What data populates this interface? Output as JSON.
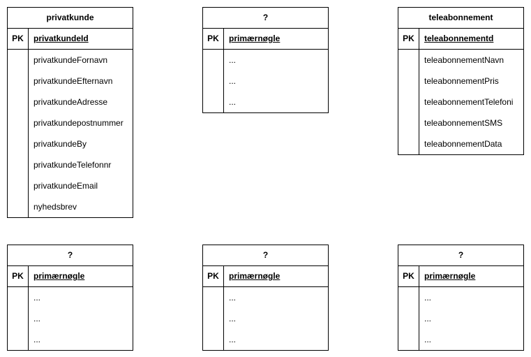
{
  "entities": [
    {
      "title": "privatkunde",
      "pk_label": "PK",
      "pk_field": "privatkundeId",
      "attributes": [
        "privatkundeFornavn",
        "privatkundeEfternavn",
        "privatkundeAdresse",
        "privatkundepostnummer",
        "privatkundeBy",
        "privatkundeTelefonnr",
        "privatkundeEmail",
        "nyhedsbrev"
      ]
    },
    {
      "title": "?",
      "pk_label": "PK",
      "pk_field": "primærnøgle",
      "attributes": [
        "...",
        "...",
        "..."
      ]
    },
    {
      "title": "teleabonnement",
      "pk_label": "PK",
      "pk_field": "teleabonnementd",
      "attributes": [
        "teleabonnementNavn",
        "teleabonnementPris",
        "teleabonnementTelefoni",
        "teleabonnementSMS",
        "teleabonnementData"
      ]
    },
    {
      "title": "?",
      "pk_label": "PK",
      "pk_field": "primærnøgle",
      "attributes": [
        "...",
        "...",
        "..."
      ]
    },
    {
      "title": "?",
      "pk_label": "PK",
      "pk_field": "primærnøgle",
      "attributes": [
        "...",
        "...",
        "..."
      ]
    },
    {
      "title": "?",
      "pk_label": "PK",
      "pk_field": "primærnøgle",
      "attributes": [
        "...",
        "...",
        "..."
      ]
    }
  ]
}
